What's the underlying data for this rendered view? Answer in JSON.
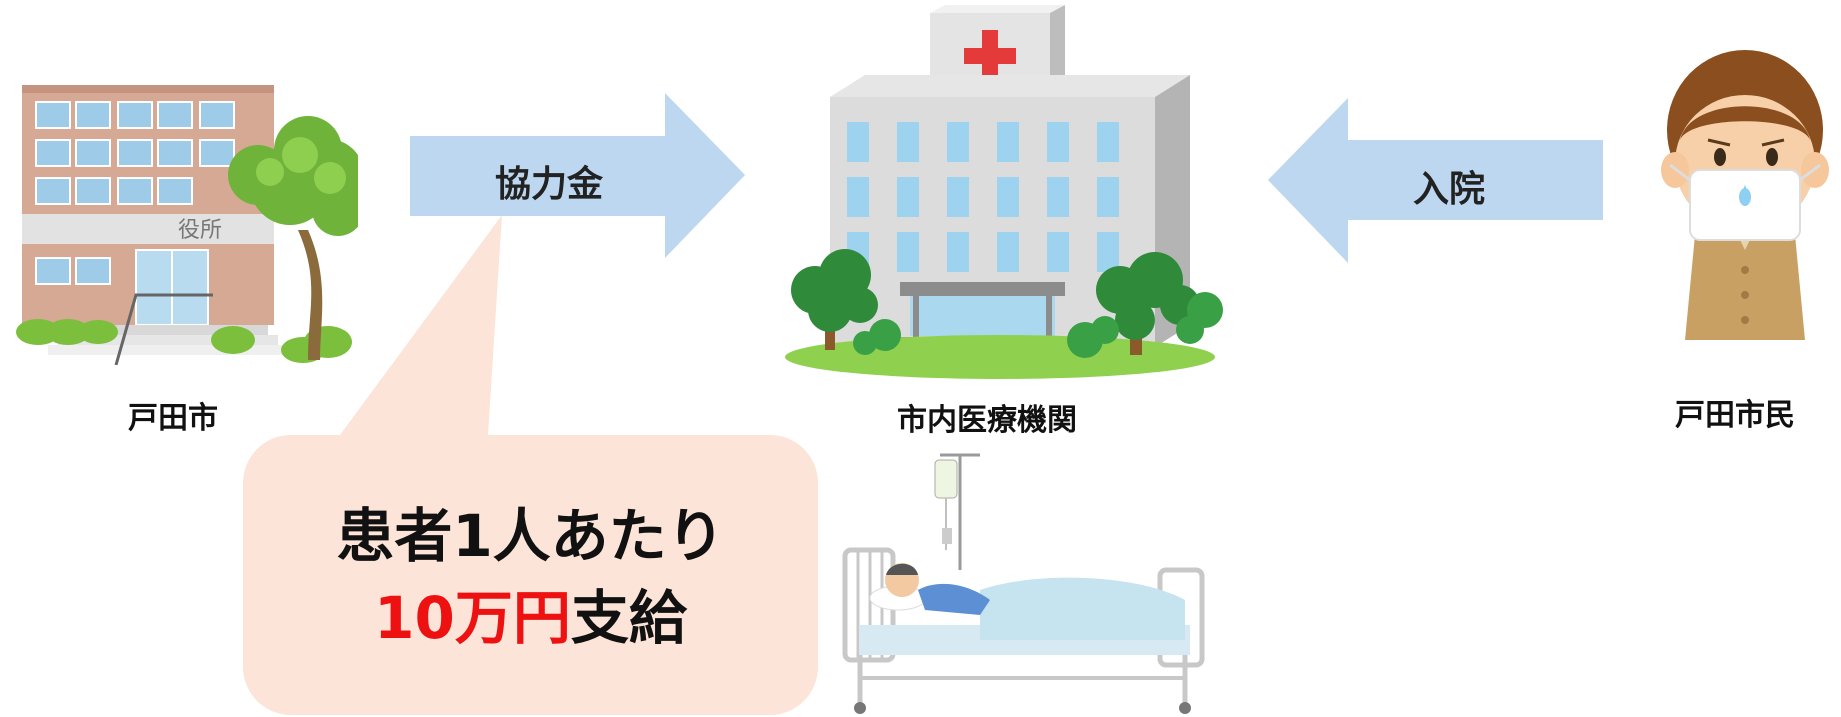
{
  "flow": {
    "city_office": {
      "label": "戸田市",
      "sign_text": "役所"
    },
    "payment_arrow": {
      "label": "協力金",
      "color": "#bcd7ef"
    },
    "hospital": {
      "label": "市内医療機関"
    },
    "admission_arrow": {
      "label": "入院",
      "color": "#bcd7ef"
    },
    "citizen": {
      "label": "戸田市民"
    }
  },
  "callout": {
    "line1": "患者1人あたり",
    "amount": "10万円",
    "suffix": "支給",
    "background": "#fce4d8",
    "accent": "#ee1111"
  },
  "illustrations": {
    "office_icon": "city-hall-building-icon",
    "hospital_icon": "hospital-building-icon",
    "citizen_icon": "sick-person-with-mask-icon",
    "patient_icon": "patient-in-hospital-bed-icon"
  }
}
